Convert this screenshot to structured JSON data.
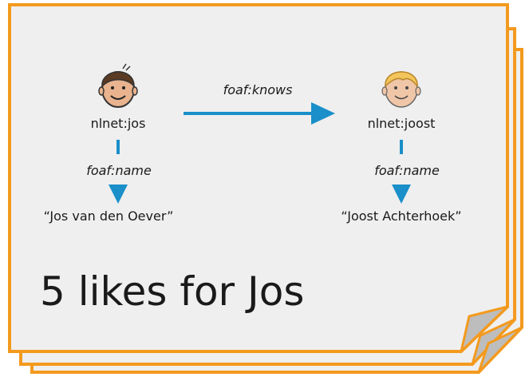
{
  "colors": {
    "card_fill": "#efefef",
    "card_border": "#f39a1e",
    "fold_fill": "#bdbdbd",
    "arrow": "#1a8fc9"
  },
  "nodes": {
    "jos": "nlnet:jos",
    "joost": "nlnet:joost"
  },
  "predicates": {
    "knows": "foaf:knows",
    "name_jos": "foaf:name",
    "name_joost": "foaf:name"
  },
  "literals": {
    "jos": "“Jos van den Oever”",
    "joost": "“Joost Achterhoek”"
  },
  "title": "5 likes for Jos"
}
